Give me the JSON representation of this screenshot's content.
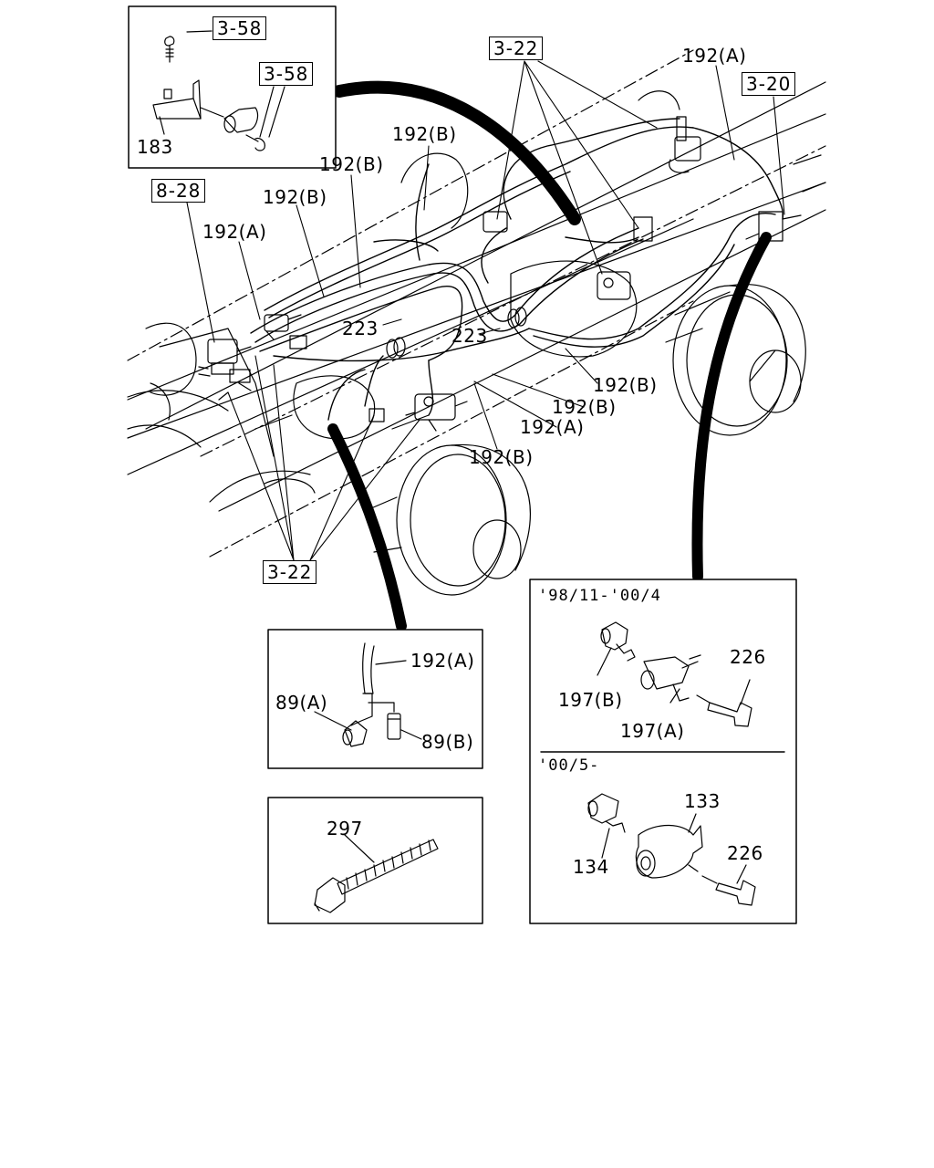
{
  "refs": {
    "r358a": "3-58",
    "r358b": "3-58",
    "r322_top": "3-22",
    "r320": "3-20",
    "r828": "8-28",
    "r322_bottom": "3-22"
  },
  "labels": {
    "p183": "183",
    "p192a_top": "192(A)",
    "p192b_1": "192(B)",
    "p192b_2": "192(B)",
    "p192b_3": "192(B)",
    "p192a_left": "192(A)",
    "p223_a": "223",
    "p223_b": "223",
    "p192b_right": "192(B)",
    "p192b_mid": "192(B)",
    "p192a_mid": "192(A)",
    "p192b_low": "192(B)",
    "p192a_inset": "192(A)",
    "p89a": "89(A)",
    "p89b": "89(B)",
    "p297": "297",
    "p197b": "197(B)",
    "p226_a": "226",
    "p197a": "197(A)",
    "p133": "133",
    "p134": "134",
    "p226_b": "226"
  },
  "periods": {
    "early": "'98/11-'00/4",
    "late": "'00/5-"
  }
}
